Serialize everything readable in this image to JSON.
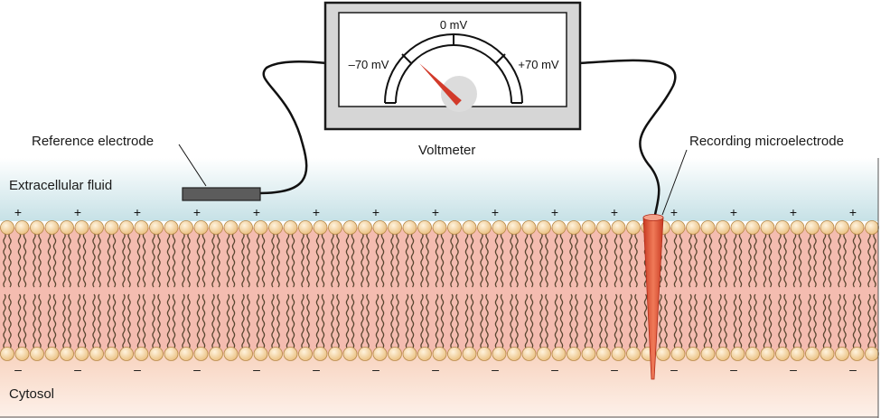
{
  "labels": {
    "voltmeter": "Voltmeter",
    "reference_electrode": "Reference electrode",
    "recording_microelectrode": "Recording microelectrode",
    "extracellular_fluid": "Extracellular fluid",
    "cytosol": "Cytosol"
  },
  "meter": {
    "left_scale": "–70 mV",
    "center_scale": "0 mV",
    "right_scale": "+70 mV",
    "reading_mv": -70,
    "range_mv": [
      -70,
      70
    ]
  },
  "membrane": {
    "outside_charge": "+",
    "inside_charge": "–"
  },
  "colors": {
    "extracellular": "#cfe6ea",
    "cytosol": "#f6dccd",
    "bilayer_core": "#f2b9ae",
    "phospholipid_head": "#f6d9a4",
    "microelectrode": "#e96444",
    "needle": "#d23a2a"
  }
}
